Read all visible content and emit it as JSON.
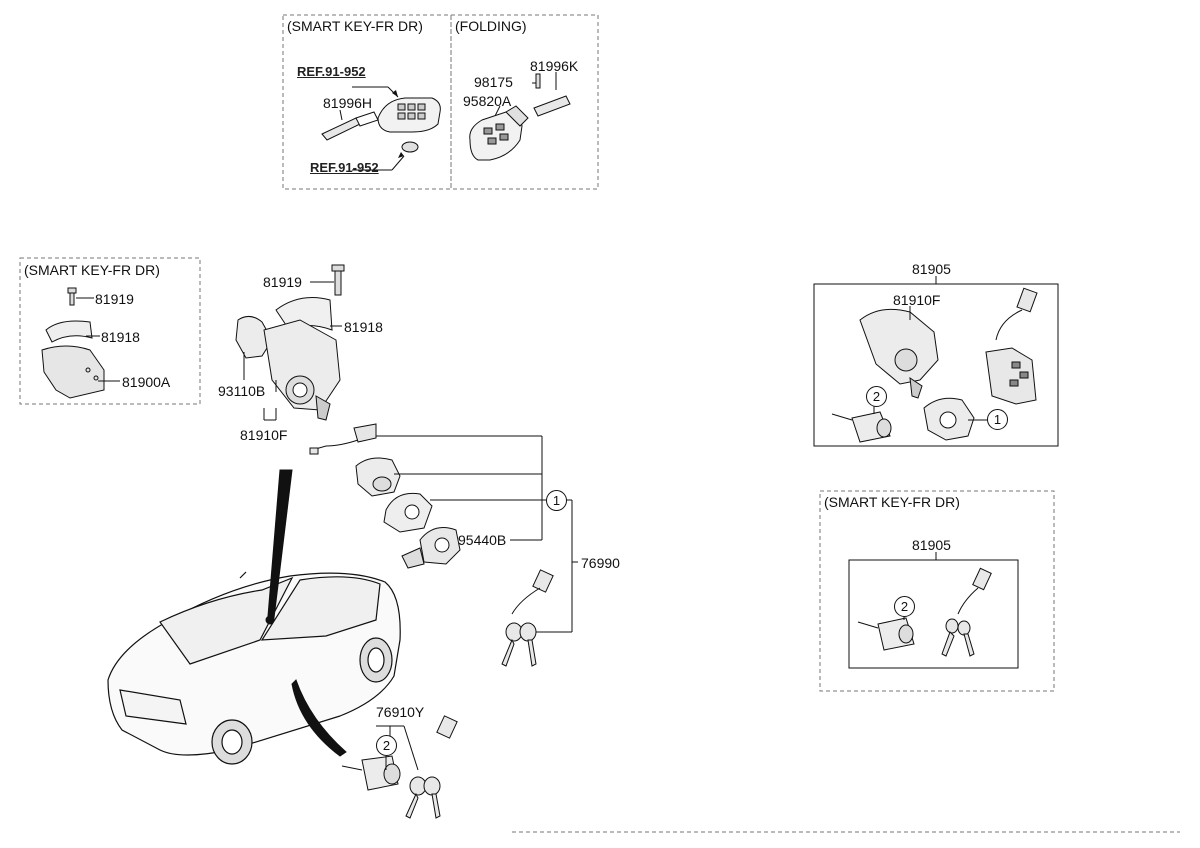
{
  "panels": {
    "top_left_title": "(SMART KEY-FR DR)",
    "top_right_title": "(FOLDING)",
    "left_title": "(SMART KEY-FR DR)",
    "bottom_right_title": "(SMART KEY-FR DR)"
  },
  "labels": {
    "ref1": "REF.91-952",
    "ref2": "REF.91-952",
    "p81996H": "81996H",
    "p98175": "98175",
    "p81996K": "81996K",
    "p95820A": "95820A",
    "p81919_left": "81919",
    "p81918_left": "81918",
    "p81900A": "81900A",
    "p81919": "81919",
    "p81918": "81918",
    "p93110B": "93110B",
    "p81910F": "81910F",
    "p95440B": "95440B",
    "p76990": "76990",
    "p76910Y": "76910Y",
    "p81905_top": "81905",
    "p81910F_right": "81910F",
    "p81905_bottom": "81905"
  },
  "callouts": {
    "c1_main": "1",
    "c1_right": "1",
    "c2_bottom": "2",
    "c2_right_top": "2",
    "c2_right_bottom": "2"
  },
  "colors": {
    "line": "#111111",
    "fill_light": "#f2f2f2",
    "fill_mid": "#d8d8d8",
    "dash": "#777777"
  }
}
